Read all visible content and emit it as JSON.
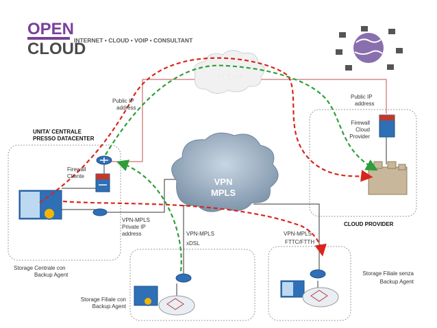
{
  "logo": {
    "line1": "OPEN",
    "line2": "CLOUD",
    "tagline": "INTERNET • CLOUD • VOIP • CONSULTANT",
    "color_purple": "#7b3f99",
    "color_dark": "#4a4a4a"
  },
  "labels": {
    "internet": "INTERNET",
    "vpn_line1": "VPN",
    "vpn_line2": "MPLS",
    "public_ip_left_1": "Public IP",
    "public_ip_left_2": "address",
    "public_ip_right_1": "Public IP",
    "public_ip_right_2": "address",
    "central_title_1": "UNITA’ CENTRALE",
    "central_title_2": "PRESSO DATACENTER",
    "firewall_cliente_1": "Firewall",
    "firewall_cliente_2": "Cliente",
    "firewall_provider_1": "Firewall",
    "firewall_provider_2": "Cloud",
    "firewall_provider_3": "Provider",
    "vpn_private_1": "VPN-MPLS",
    "vpn_private_2": "Private IP",
    "vpn_private_3": "address",
    "vpn_xdsl_1": "VPN-MPLS",
    "vpn_xdsl_2": "xDSL",
    "vpn_ftth_1": "VPN-MPLS",
    "vpn_ftth_2": "FTTC/FTTH",
    "cloud_provider": "CLOUD PROVIDER",
    "storage_central_1": "Storage Centrale con",
    "storage_central_2": "Backup Agent",
    "storage_branch_1": "Storage Filiale con",
    "storage_branch_2": "Backup Agent",
    "storage_nobackup_1": "Storage Filiale senza",
    "storage_nobackup_2": "Backup Agent"
  },
  "colors": {
    "red_path": "#d9241c",
    "green_path": "#2e9e3a",
    "link_red": "#c0504d",
    "cloud_gray": "#8a9fb3",
    "router_blue": "#2f6fb6"
  }
}
